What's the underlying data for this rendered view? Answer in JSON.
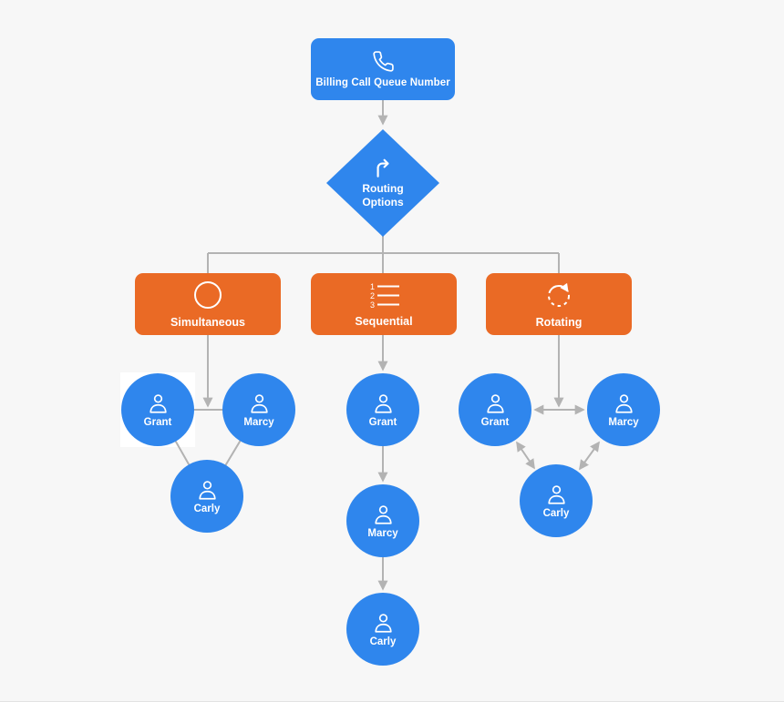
{
  "title": "Call queue routing flowchart",
  "colors": {
    "background": "#f7f7f7",
    "node_blue": "#2f86ed",
    "node_orange": "#ea6a25",
    "connector_gray": "#b3b3b3",
    "text": "#ffffff",
    "selection_highlight": "#ffffff"
  },
  "root": {
    "label": "Billing Call Queue Number",
    "icon": "phone-icon"
  },
  "decision": {
    "line1": "Routing",
    "line2": "Options",
    "icon": "branch-arrow-icon"
  },
  "modes": [
    {
      "label": "Simultaneous",
      "icon": "circle-icon"
    },
    {
      "label": "Sequential",
      "icon": "numbered-list-icon",
      "digits": [
        "1",
        "2",
        "3"
      ]
    },
    {
      "label": "Rotating",
      "icon": "rotate-icon"
    }
  ],
  "agents": {
    "simultaneous": [
      "Grant",
      "Marcy",
      "Carly"
    ],
    "sequential": [
      "Grant",
      "Marcy",
      "Carly"
    ],
    "rotating": [
      "Grant",
      "Marcy",
      "Carly"
    ]
  }
}
